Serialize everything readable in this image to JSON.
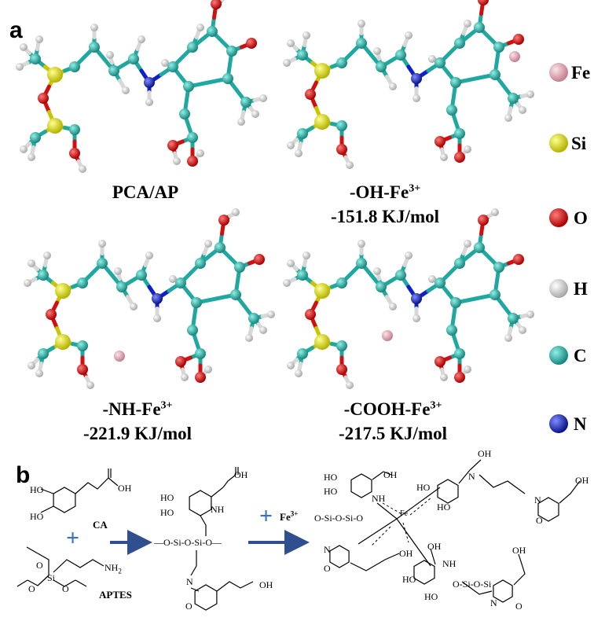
{
  "panel_a": {
    "label": "a",
    "molecules": [
      {
        "name": "PCA/AP",
        "energy": ""
      },
      {
        "name": "-OH-Fe",
        "sup": "3+",
        "energy": "-151.8 KJ/mol"
      },
      {
        "name": "-NH-Fe",
        "sup": "3+",
        "energy": "-221.9 KJ/mol"
      },
      {
        "name": "-COOH-Fe",
        "sup": "3+",
        "energy": "-217.5 KJ/mol"
      }
    ],
    "legend": [
      {
        "symbol": "Fe",
        "color": "#e6a6b3"
      },
      {
        "symbol": "Si",
        "color": "#e8e600"
      },
      {
        "symbol": "O",
        "color": "#e01010"
      },
      {
        "symbol": "H",
        "color": "#e8e8e8"
      },
      {
        "symbol": "C",
        "color": "#20b2aa"
      },
      {
        "symbol": "N",
        "color": "#1020c8"
      }
    ]
  },
  "panel_b": {
    "label": "b",
    "ca_label": "CA",
    "aptes_label": "APTES",
    "fe_label": "Fe",
    "fe_sup": "3+",
    "plus_symbol": "+",
    "atoms": {
      "OH": "OH",
      "HO": "HO",
      "NH2": "NH",
      "NH2_sub": "2",
      "Si": "Si",
      "O": "O",
      "N": "N",
      "NH": "NH",
      "Fe": "Fe"
    },
    "colors": {
      "arrow": "#2f4f8f",
      "plus": "#3a6fd0"
    }
  }
}
